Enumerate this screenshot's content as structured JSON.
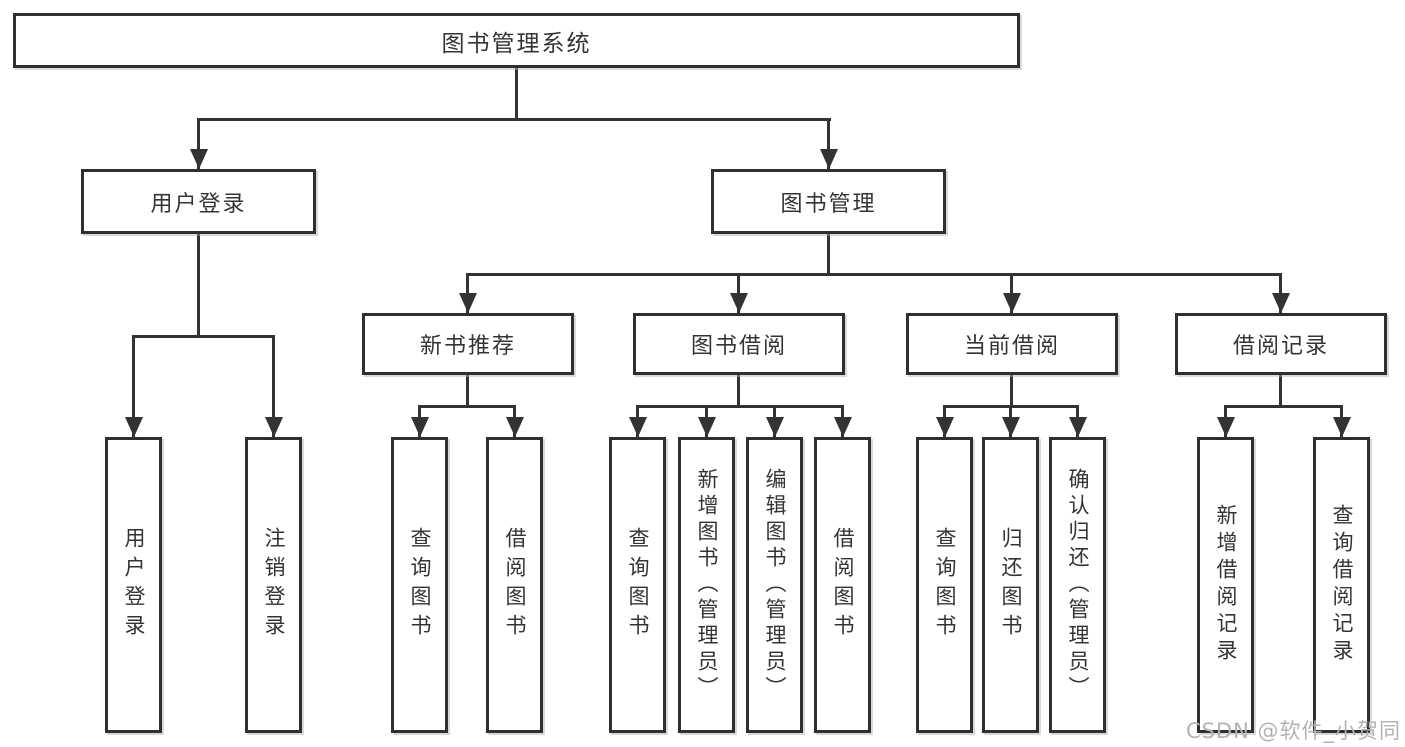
{
  "diagram": {
    "root": {
      "label": "图书管理系统"
    },
    "level2": [
      {
        "id": "user-login",
        "label": "用户登录"
      },
      {
        "id": "book-management",
        "label": "图书管理"
      }
    ],
    "level3": [
      {
        "id": "new-book-recommend",
        "label": "新书推荐"
      },
      {
        "id": "book-borrow",
        "label": "图书借阅"
      },
      {
        "id": "current-borrow",
        "label": "当前借阅"
      },
      {
        "id": "borrow-records",
        "label": "借阅记录"
      }
    ],
    "level4": {
      "user_login_children": [
        {
          "label": "用户登录"
        },
        {
          "label": "注销登录"
        }
      ],
      "new_book_children": [
        {
          "label": "查询图书"
        },
        {
          "label": "借阅图书"
        }
      ],
      "book_borrow_children": [
        {
          "label": "查询图书"
        },
        {
          "label": "新增图书（管理员）"
        },
        {
          "label": "编辑图书（管理员）"
        },
        {
          "label": "借阅图书"
        }
      ],
      "current_borrow_children": [
        {
          "label": "查询图书"
        },
        {
          "label": "归还图书"
        },
        {
          "label": "确认归还（管理员）"
        }
      ],
      "borrow_records_children": [
        {
          "label": "新增借阅记录"
        },
        {
          "label": "查询借阅记录"
        }
      ]
    }
  },
  "watermark": {
    "text": "CSDN @软件_小贺同学"
  },
  "colors": {
    "line": "#333333",
    "border": "#2f2f2f",
    "text": "#343434",
    "background": "#ffffff",
    "watermark": "#b3b3b3"
  }
}
